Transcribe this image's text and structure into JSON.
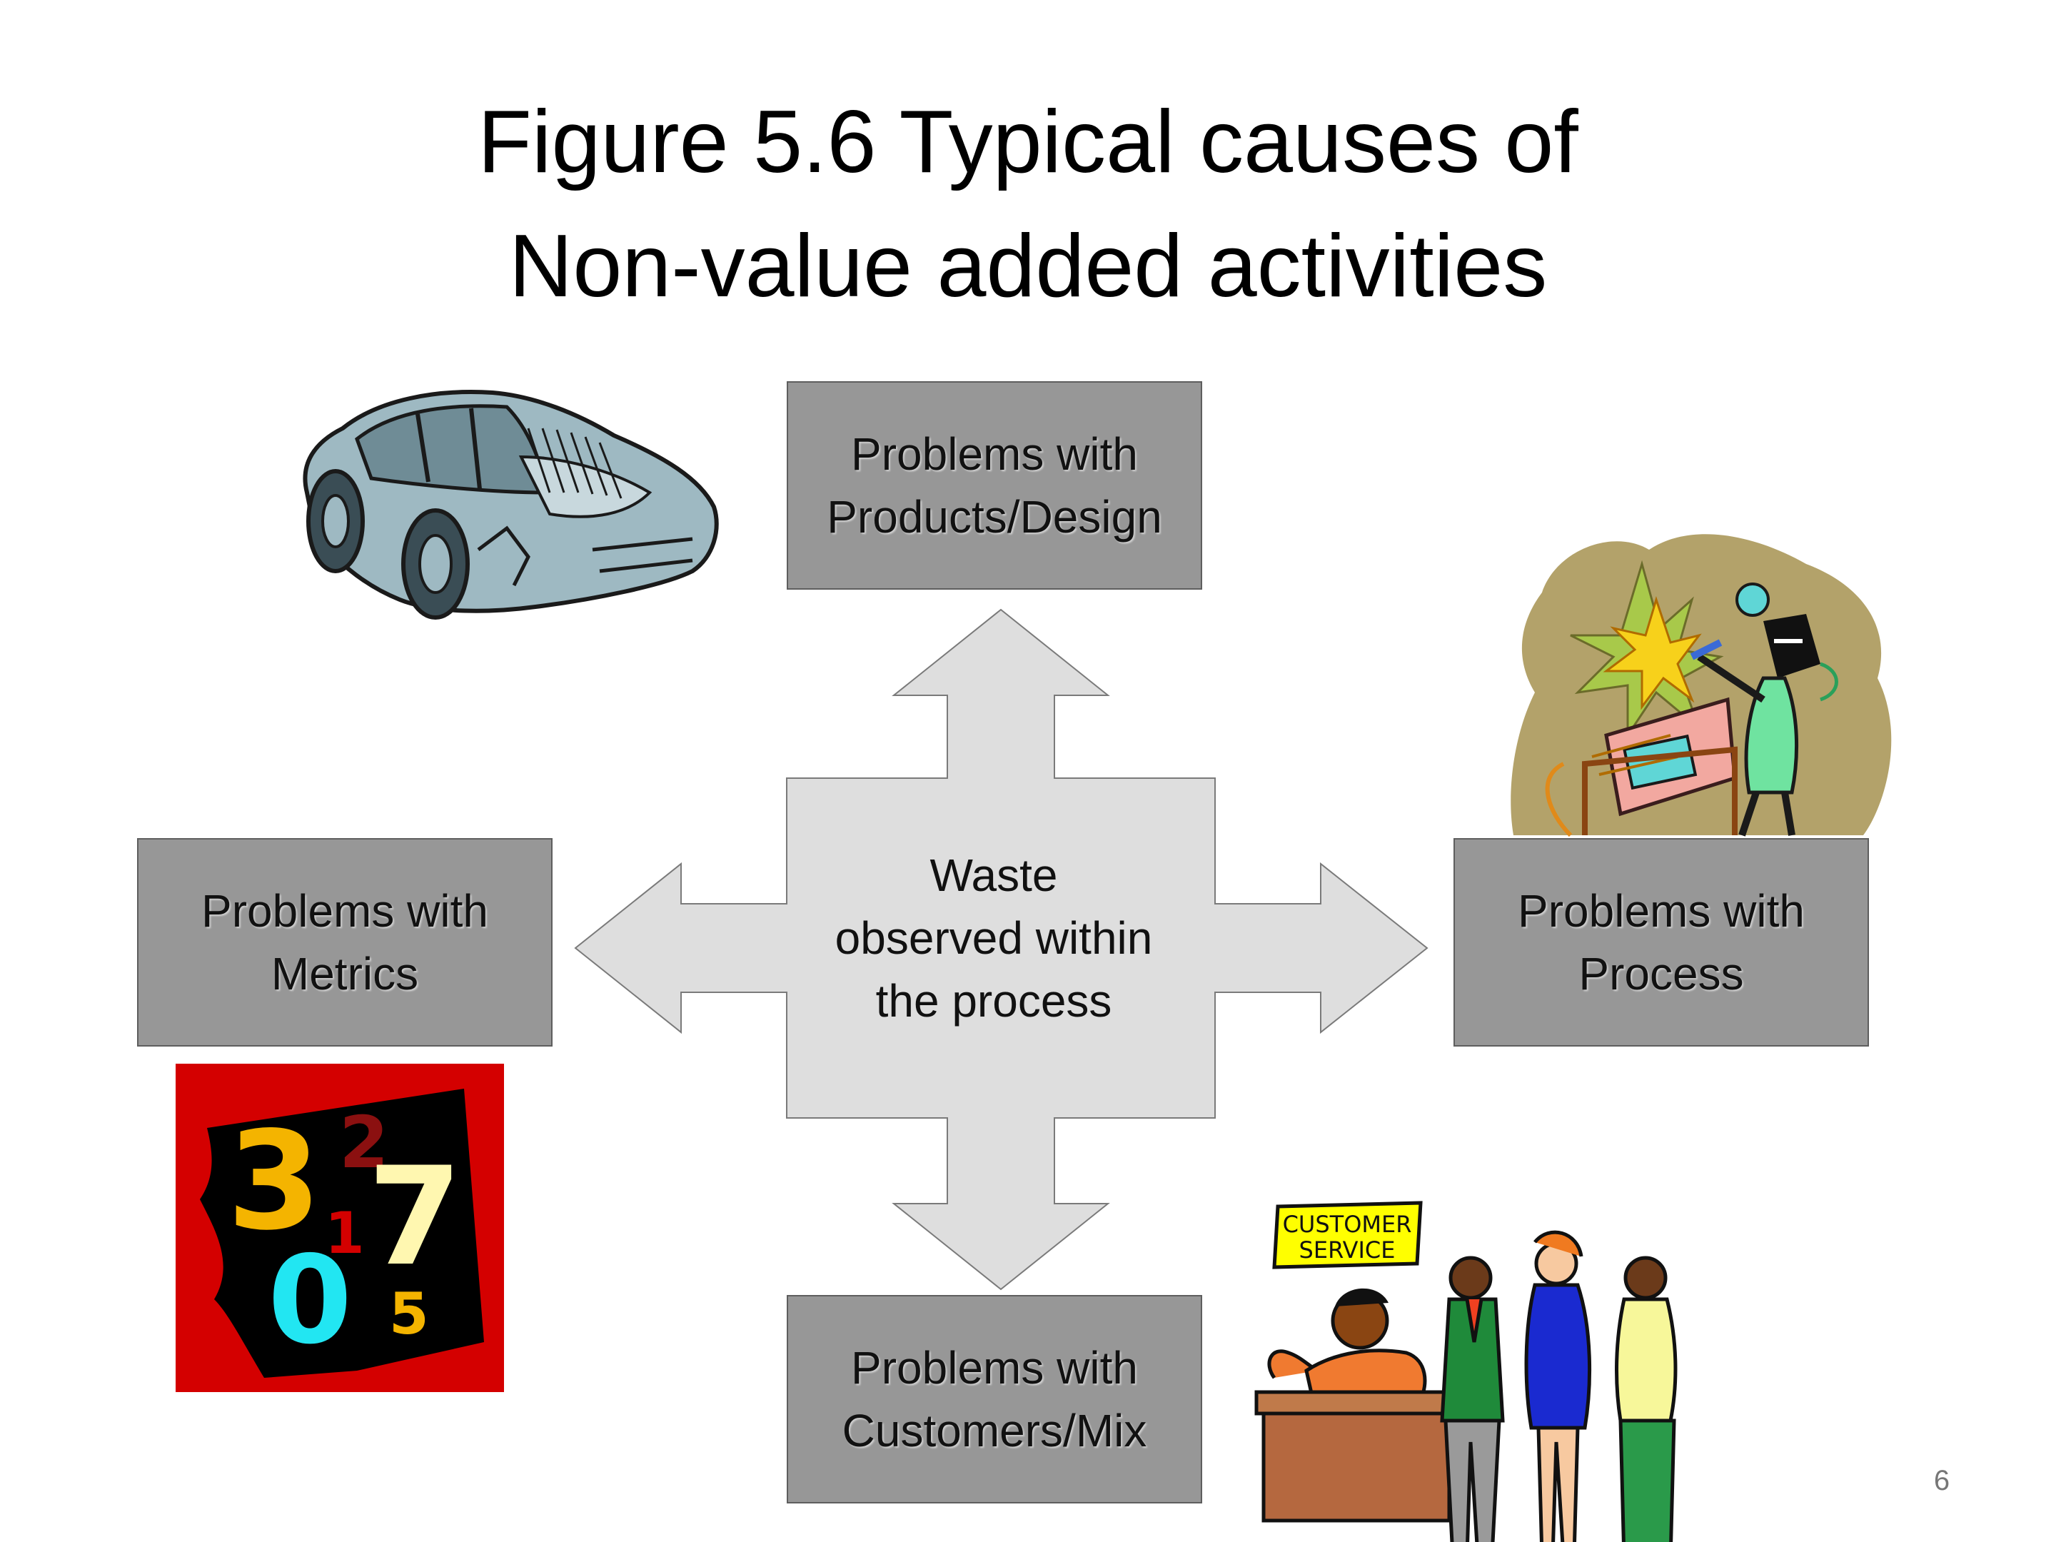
{
  "title": {
    "line1": "Figure 5.6 Typical causes of",
    "line2": "Non-value added activities"
  },
  "center": {
    "line1": "Waste",
    "line2": "observed within",
    "line3": "the process"
  },
  "boxes": {
    "top": {
      "line1": "Problems with",
      "line2": "Products/Design"
    },
    "left": {
      "line1": "Problems with",
      "line2": "Metrics"
    },
    "right": {
      "line1": "Problems with",
      "line2": "Process"
    },
    "bottom": {
      "line1": "Problems with",
      "line2": "Customers/Mix"
    }
  },
  "clipart": {
    "car": "damaged-car-icon",
    "process": "inspector-at-machine-icon",
    "metrics": "numbers-icon",
    "customers": "customer-service-queue-icon",
    "customer_sign": {
      "line1": "CUSTOMER",
      "line2": "SERVICE"
    },
    "numbers": [
      "3",
      "2",
      "1",
      "7",
      "0",
      "5"
    ]
  },
  "colors": {
    "box_fill": "#979797",
    "arrow_fill": "#dedede",
    "metrics_bg": "#d40000"
  },
  "page_number": "6"
}
